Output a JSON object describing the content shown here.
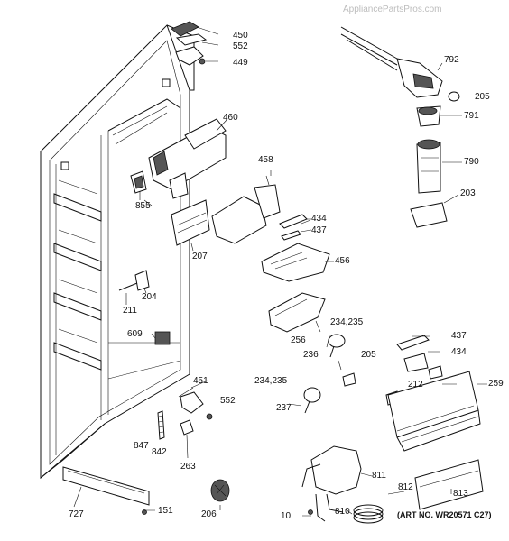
{
  "watermark": "AppliancePartsPros.com",
  "art_number": "(ART NO. WR20571 C27)",
  "labels": {
    "p450": "450",
    "p552a": "552",
    "p449": "449",
    "p792": "792",
    "p205a": "205",
    "p791": "791",
    "p460": "460",
    "p790": "790",
    "p458": "458",
    "p855": "855",
    "p203": "203",
    "p434a": "434",
    "p437a": "437",
    "p207": "207",
    "p456": "456",
    "p204": "204",
    "p211": "211",
    "p234a": "234,235",
    "p256": "256",
    "p236": "236",
    "p437b": "437",
    "p609": "609",
    "p434b": "434",
    "p205b": "205",
    "p212": "212",
    "p259": "259",
    "p451": "451",
    "p234b": "234,235",
    "p552b": "552",
    "p237": "237",
    "p847": "847",
    "p842": "842",
    "p263": "263",
    "p811": "811",
    "p812": "812",
    "p813": "813",
    "p727": "727",
    "p151": "151",
    "p206": "206",
    "p10": "10",
    "p810": "810"
  }
}
